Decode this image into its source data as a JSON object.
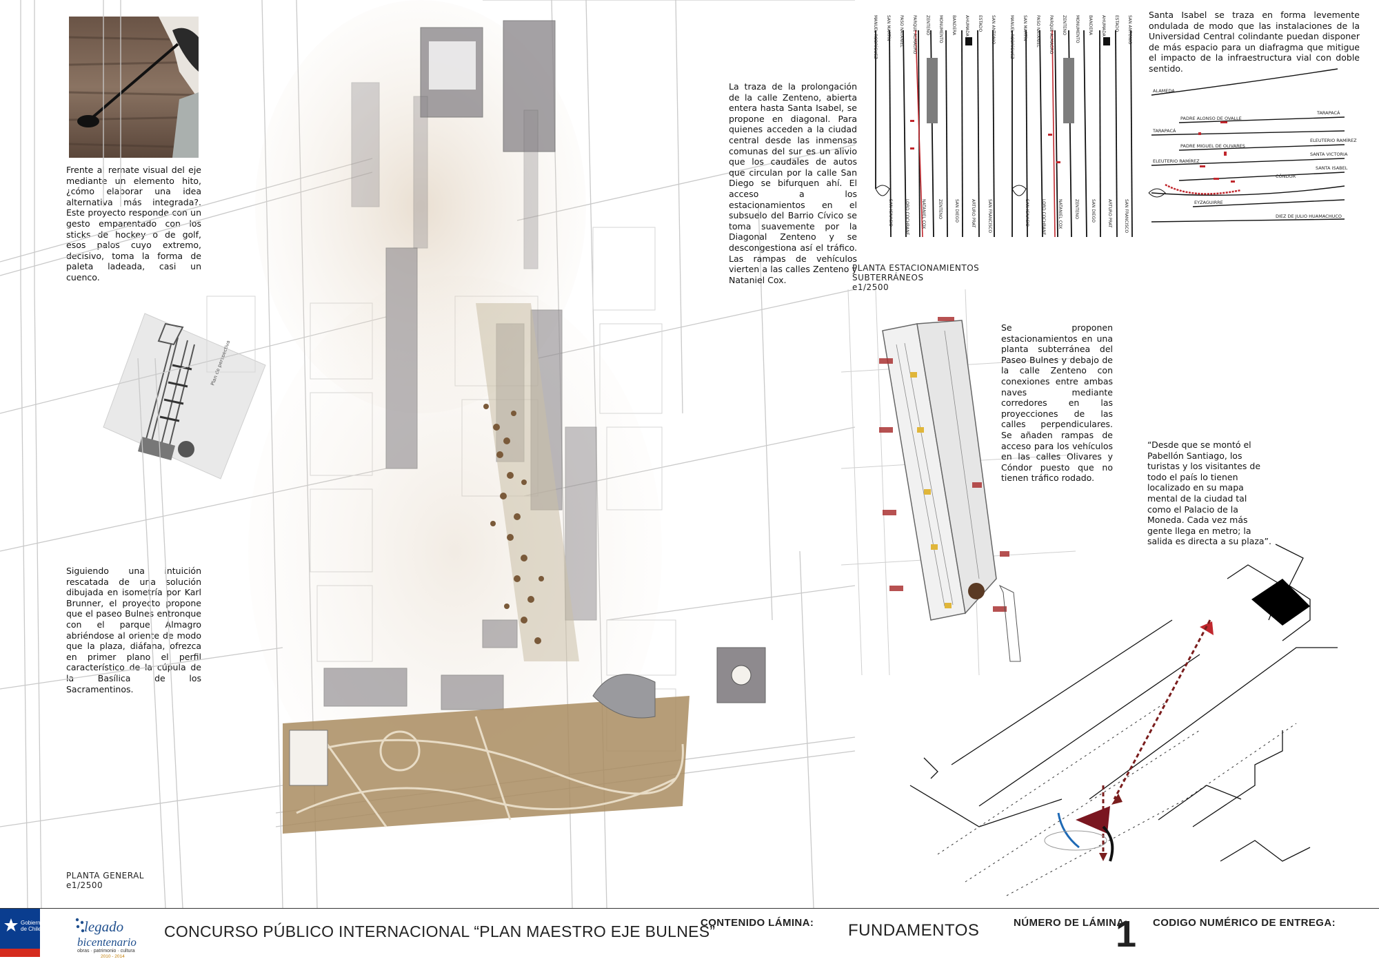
{
  "texts": {
    "hito": "Frente al remate visual del eje mediante un elemento hito, ¿cómo elaborar una idea alternativa más integrada?. Este proyecto responde con un gesto emparentado con los sticks de hockey o de golf, esos palos cuyo extremo, decisivo, toma la forma de paleta ladeada, casi un cuenco.",
    "brunner": "Siguiendo una intuición rescatada de una solución dibujada en isometría por Karl Brunner, el proyecto propone que el paseo Bulnes entronque con el parque Almagro abriéndose al oriente de modo que la plaza, diáfana, ofrezca en primer plano el perfil característico de la cúpula de la Basílica de los Sacramentinos.",
    "zenteno": "La traza de la prolongación de la calle Zenteno, abierta entera hasta Santa Isabel, se propone en diagonal. Para quienes acceden a la ciudad central desde las inmensas comunas del sur es un alivio que los caudales de autos que circulan por la calle San Diego se bifurquen ahí. El acceso a los estacionamientos en el subsuelo del Barrio Cívico se toma suavemente por la Diagonal Zenteno y se descongestiona así el tráfico. Las rampas de vehículos vierten a las calles Zenteno y Nataniel Cox.",
    "santa_isabel": "Santa Isabel se traza en forma levemente ondulada de modo que las instalaciones de la Universidad Central colindante puedan disponer de más espacio para un diafragma que mitigue el impacto de la infraestructura vial con doble sentido.",
    "estacionamientos": "Se proponen estacionamientos en una planta subterránea del Paseo Bulnes y debajo de la calle Zenteno con conexiones entre ambas naves mediante corredores en las proyecciones de las calles perpendiculares. Se añaden rampas de acceso para los vehículos en las calles Olivares y Cóndor puesto que no tienen tráfico rodado.",
    "quote": "“Desde que se montó el Pabellón Santiago, los turistas y los visitantes de todo el país lo tienen localizado en su mapa mental de la ciudad tal como el Palacio de la Moneda. Cada vez más gente llega en metro; la salida es directa a su plaza”."
  },
  "captions": {
    "general_title": "PLANTA GENERAL",
    "general_scale": "e1/2500",
    "sub_title_1": "PLANTA ESTACIONAMIENTOS",
    "sub_title_2": "SUBTERRÁNEOS",
    "sub_scale": "e1/2500"
  },
  "street_diagram": {
    "streets": [
      "ALAMEDA",
      "PADRE ALONSO DE OVALLE",
      "TARAPACÁ",
      "TARAPACÁ",
      "PADRE MIGUEL DE OLIVARES",
      "ELEUTERIO RAMÍREZ",
      "ELEUTERIO RAMÍREZ",
      "SANTA VICTORIA",
      "CÓNDOR",
      "SANTA ISABEL",
      "EYZAGUIRRE",
      "DIEZ DE JULIO HUAMACHUCO"
    ]
  },
  "section_diagrams": {
    "top_labels": [
      "MANUEL RODRÍGUEZ",
      "SAN MARTÍN",
      "PASO NATANIEL",
      "PARQUE ALMAGRO",
      "ZENTENO",
      "MONUMENTO",
      "BANDERA",
      "AHUMADA",
      "ESTADO",
      "SAN ANTONIO"
    ],
    "bottom_labels": [
      "SAN IGNACIO",
      "LORD COCHRANE",
      "NATANIEL COX",
      "ZENTENO",
      "SAN DIEGO",
      "ARTURO PRAT",
      "SAN FRANCISCO"
    ]
  },
  "footer": {
    "gov_text": "Gobierno de Chile",
    "legado": "legado",
    "bicentenario": "bicentenario",
    "legado_sub": "obras · patrimonio · cultura",
    "legado_years": "2010 - 2014",
    "title": "CONCURSO PÚBLICO INTERNACIONAL “PLAN MAESTRO EJE BULNES”",
    "contenido_label": "CONTENIDO LÁMINA:",
    "contenido_value": "FUNDAMENTOS",
    "numero_label": "NÚMERO DE LÁMINA:",
    "numero_value": "1",
    "codigo_label": "CODIGO NUMÉRICO DE ENTREGA:"
  },
  "colors": {
    "building": "#8e8a8e",
    "park": "#a98c60",
    "tree": "#7a5a3a",
    "red_accent": "#c0272d",
    "gov_blue": "#0a3d8f",
    "legado_blue": "#1f4f8e"
  }
}
